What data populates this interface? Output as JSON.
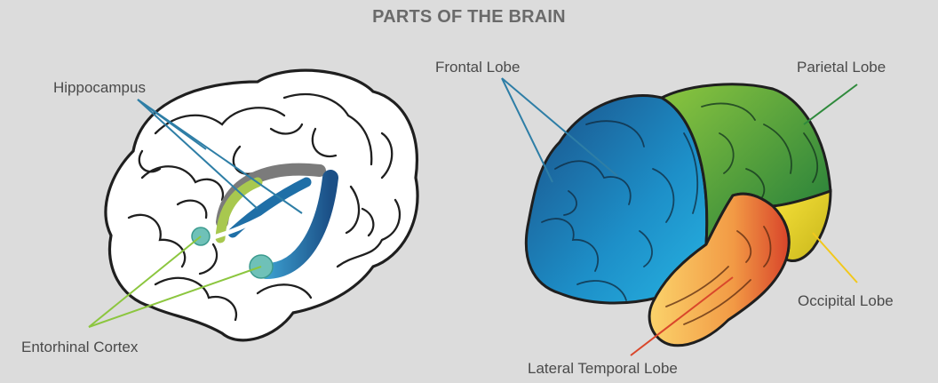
{
  "title": "PARTS OF THE BRAIN",
  "labels": {
    "hippocampus": "Hippocampus",
    "entorhinal_cortex": "Entorhinal Cortex",
    "frontal_lobe": "Frontal Lobe",
    "parietal_lobe": "Parietal Lobe",
    "occipital_lobe": "Occipital Lobe",
    "lateral_temporal_lobe": "Lateral Temporal Lobe"
  },
  "colors": {
    "background": "#dcdcdc",
    "outline": "#1f1f1f",
    "hippocampus_leader": "#2e7ea6",
    "entorhinal_leader": "#8cc63f",
    "frontal_lobe": "#1e8fc9",
    "parietal_lobe": "#5fa83a",
    "occipital_lobe": "#f2d21b",
    "temporal_lobe": "#f2a94a",
    "temporal_leader": "#d9472b"
  }
}
